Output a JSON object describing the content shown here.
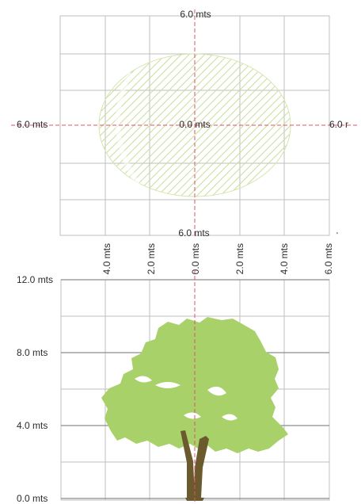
{
  "plan": {
    "label_top": "6.0  mts",
    "label_left": "6.0  mts",
    "label_center": "0.0  mts",
    "label_right": "6.0  r",
    "label_bottom": "6.0  mts"
  },
  "x_axis_labels": [
    "4.0 mts",
    "2.0 mts",
    "0.0 mts",
    "2.0 mts",
    "4.0 mts",
    "6.0 mts"
  ],
  "elevation": {
    "y_labels": [
      "12.0  mts",
      "8.0  mts",
      "4.0  mts",
      "0.0  mts"
    ]
  },
  "colors": {
    "grid": "#bfbfbf",
    "grid_major": "#8c8c8c",
    "axis_dash": "#e0506a",
    "canopy_hatch": "#c9dd9a",
    "foliage": "#a9d16a",
    "trunk": "#6b5a2e",
    "label": "#2b2b2b"
  }
}
